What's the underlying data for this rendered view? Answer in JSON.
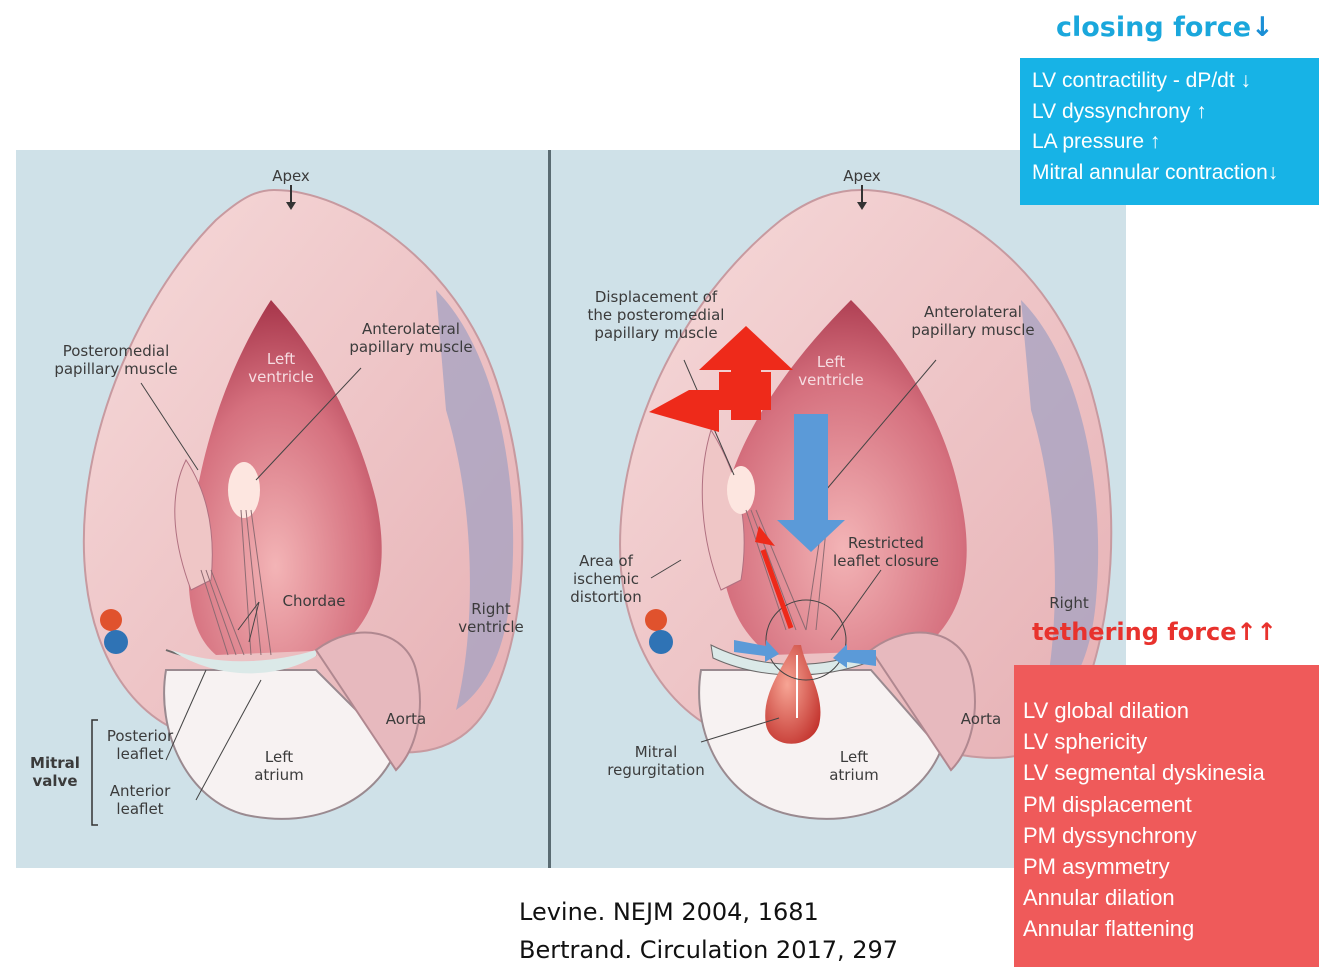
{
  "left_panel": {
    "apex": "Apex",
    "posteromedial": "Posteromedial\npapillary muscle",
    "left_ventricle": "Left\nventricle",
    "anterolateral": "Anterolateral\npapillary muscle",
    "chordae": "Chordae",
    "right_ventricle": "Right\nventricle",
    "aorta": "Aorta",
    "left_atrium": "Left\natrium",
    "mitral_valve": "Mitral\nvalve",
    "posterior_leaflet": "Posterior\nleaflet",
    "anterior_leaflet": "Anterior\nleaflet"
  },
  "right_panel": {
    "apex": "Apex",
    "displacement": "Displacement of\nthe posteromedial\npapillary muscle",
    "anterolateral": "Anterolateral\npapillary muscle",
    "left_ventricle": "Left\nventricle",
    "restricted": "Restricted\nleaflet closure",
    "ischemic": "Area of\nischemic\ndistortion",
    "right_ventricle": "Right",
    "aorta": "Aorta",
    "mitral_regurgitation": "Mitral\nregurgitation",
    "left_atrium": "Left\natrium"
  },
  "closing": {
    "title": "closing force",
    "items": [
      {
        "text": "LV contractility - dP/dt",
        "arrow": "down"
      },
      {
        "text": "LV dyssynchrony",
        "arrow": "up"
      },
      {
        "text": "LA pressure",
        "arrow": "up"
      },
      {
        "text": "Mitral annular contraction",
        "arrow": "down"
      }
    ]
  },
  "tethering": {
    "title": "tethering force",
    "items": [
      "LV global dilation",
      "LV sphericity",
      "LV segmental dyskinesia",
      "PM displacement",
      "PM dyssynchrony",
      "PM asymmetry",
      "Annular dilation",
      "Annular flattening"
    ]
  },
  "citations": [
    "Levine. NEJM 2004, 1681",
    "Bertrand. Circulation 2017, 297"
  ],
  "colors": {
    "closing_blue": "#17b3e6",
    "tethering_red": "#ef5a5a",
    "red_arrow": "#ee2a1a",
    "blue_arrow": "#5b9ad8"
  }
}
